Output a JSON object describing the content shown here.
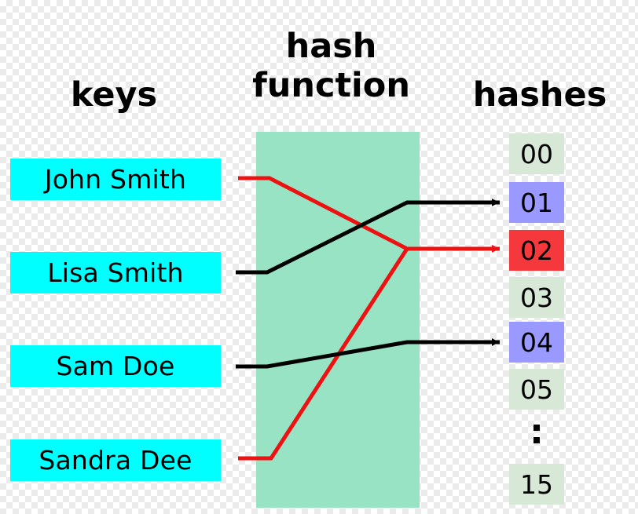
{
  "headings": {
    "keys": "keys",
    "hash_function_line1": "hash",
    "hash_function_line2": "function",
    "hashes": "hashes"
  },
  "keys": [
    {
      "label": "John Smith"
    },
    {
      "label": "Lisa Smith"
    },
    {
      "label": "Sam Doe"
    },
    {
      "label": "Sandra Dee"
    }
  ],
  "hashes": {
    "slots": [
      {
        "label": "00",
        "state": "empty"
      },
      {
        "label": "01",
        "state": "occupied"
      },
      {
        "label": "02",
        "state": "collision"
      },
      {
        "label": "03",
        "state": "empty"
      },
      {
        "label": "04",
        "state": "occupied"
      },
      {
        "label": "05",
        "state": "empty"
      },
      {
        "label": "15",
        "state": "empty"
      }
    ],
    "ellipsis": "⋮"
  },
  "mappings": [
    {
      "key": "John Smith",
      "slot": "02",
      "color": "red"
    },
    {
      "key": "Lisa Smith",
      "slot": "01",
      "color": "black"
    },
    {
      "key": "Sam Doe",
      "slot": "04",
      "color": "black"
    },
    {
      "key": "Sandra Dee",
      "slot": "02",
      "color": "red"
    }
  ],
  "colors": {
    "key_box": "#00ffff",
    "hash_function": "#97e3c4",
    "slot_empty": "#d7e8d7",
    "slot_occupied": "#9999ff",
    "slot_collision": "#f4383c",
    "arrow_normal": "#000000",
    "arrow_collision": "#ee1111",
    "text": "#000000"
  }
}
